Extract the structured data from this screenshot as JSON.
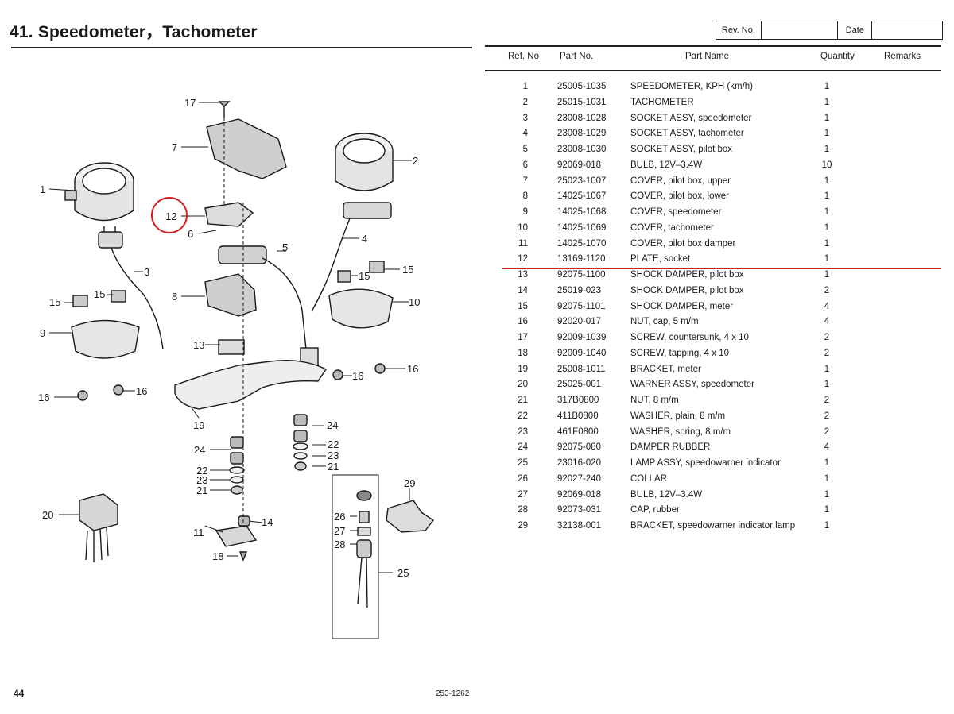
{
  "page": {
    "title": "41. Speedometer，Tachometer",
    "number": "44",
    "catalog_code": "253-1262"
  },
  "rev_box": {
    "rev_label": "Rev. No.",
    "date_label": "Date"
  },
  "table": {
    "headers": {
      "ref": "Ref. No",
      "part_no": "Part No.",
      "part_name": "Part Name",
      "quantity": "Quantity",
      "remarks": "Remarks"
    },
    "rows": [
      {
        "ref": "1",
        "part_no": "25005-1035",
        "part_name": "SPEEDOMETER, KPH (km/h)",
        "qty": "1"
      },
      {
        "ref": "2",
        "part_no": "25015-1031",
        "part_name": "TACHOMETER",
        "qty": "1"
      },
      {
        "ref": "3",
        "part_no": "23008-1028",
        "part_name": "SOCKET ASSY, speedometer",
        "qty": "1"
      },
      {
        "ref": "4",
        "part_no": "23008-1029",
        "part_name": "SOCKET ASSY, tachometer",
        "qty": "1"
      },
      {
        "ref": "5",
        "part_no": "23008-1030",
        "part_name": "SOCKET ASSY, pilot box",
        "qty": "1"
      },
      {
        "ref": "6",
        "part_no": "92069-018",
        "part_name": "BULB, 12V–3.4W",
        "qty": "10"
      },
      {
        "ref": "7",
        "part_no": "25023-1007",
        "part_name": "COVER, pilot box, upper",
        "qty": "1"
      },
      {
        "ref": "8",
        "part_no": "14025-1067",
        "part_name": "COVER, pilot box, lower",
        "qty": "1"
      },
      {
        "ref": "9",
        "part_no": "14025-1068",
        "part_name": "COVER, speedometer",
        "qty": "1"
      },
      {
        "ref": "10",
        "part_no": "14025-1069",
        "part_name": "COVER, tachometer",
        "qty": "1"
      },
      {
        "ref": "11",
        "part_no": "14025-1070",
        "part_name": "COVER, pilot box damper",
        "qty": "1"
      },
      {
        "ref": "12",
        "part_no": "13169-1120",
        "part_name": "PLATE, socket",
        "qty": "1"
      },
      {
        "ref": "13",
        "part_no": "92075-1100",
        "part_name": "SHOCK DAMPER, pilot box",
        "qty": "1"
      },
      {
        "ref": "14",
        "part_no": "25019-023",
        "part_name": "SHOCK DAMPER, pilot box",
        "qty": "2"
      },
      {
        "ref": "15",
        "part_no": "92075-1101",
        "part_name": "SHOCK DAMPER, meter",
        "qty": "4"
      },
      {
        "ref": "16",
        "part_no": "92020-017",
        "part_name": "NUT, cap, 5 m/m",
        "qty": "4"
      },
      {
        "ref": "17",
        "part_no": "92009-1039",
        "part_name": "SCREW, countersunk, 4 x 10",
        "qty": "2"
      },
      {
        "ref": "18",
        "part_no": "92009-1040",
        "part_name": "SCREW, tapping, 4 x 10",
        "qty": "2"
      },
      {
        "ref": "19",
        "part_no": "25008-1011",
        "part_name": "BRACKET, meter",
        "qty": "1"
      },
      {
        "ref": "20",
        "part_no": "25025-001",
        "part_name": "WARNER ASSY, speedometer",
        "qty": "1"
      },
      {
        "ref": "21",
        "part_no": "317B0800",
        "part_name": "NUT, 8 m/m",
        "qty": "2"
      },
      {
        "ref": "22",
        "part_no": "411B0800",
        "part_name": "WASHER, plain, 8 m/m",
        "qty": "2"
      },
      {
        "ref": "23",
        "part_no": "461F0800",
        "part_name": "WASHER, spring, 8 m/m",
        "qty": "2"
      },
      {
        "ref": "24",
        "part_no": "92075-080",
        "part_name": "DAMPER RUBBER",
        "qty": "4"
      },
      {
        "ref": "25",
        "part_no": "23016-020",
        "part_name": "LAMP ASSY, speedowarner indicator",
        "qty": "1"
      },
      {
        "ref": "26",
        "part_no": "92027-240",
        "part_name": "COLLAR",
        "qty": "1"
      },
      {
        "ref": "27",
        "part_no": "92069-018",
        "part_name": "BULB, 12V–3.4W",
        "qty": "1"
      },
      {
        "ref": "28",
        "part_no": "92073-031",
        "part_name": "CAP, rubber",
        "qty": "1"
      },
      {
        "ref": "29",
        "part_no": "32138-001",
        "part_name": "BRACKET, speedowarner indicator lamp",
        "qty": "1"
      }
    ]
  },
  "highlight": {
    "row_ref": "12",
    "color": "#d32020"
  },
  "diagram": {
    "callouts": [
      "1",
      "2",
      "3",
      "4",
      "5",
      "6",
      "7",
      "8",
      "9",
      "10",
      "11",
      "12",
      "13",
      "14",
      "15",
      "15",
      "15",
      "15",
      "16",
      "16",
      "16",
      "16",
      "17",
      "18",
      "19",
      "20",
      "21",
      "21",
      "22",
      "22",
      "23",
      "23",
      "24",
      "24",
      "25",
      "26",
      "27",
      "28",
      "29"
    ]
  }
}
